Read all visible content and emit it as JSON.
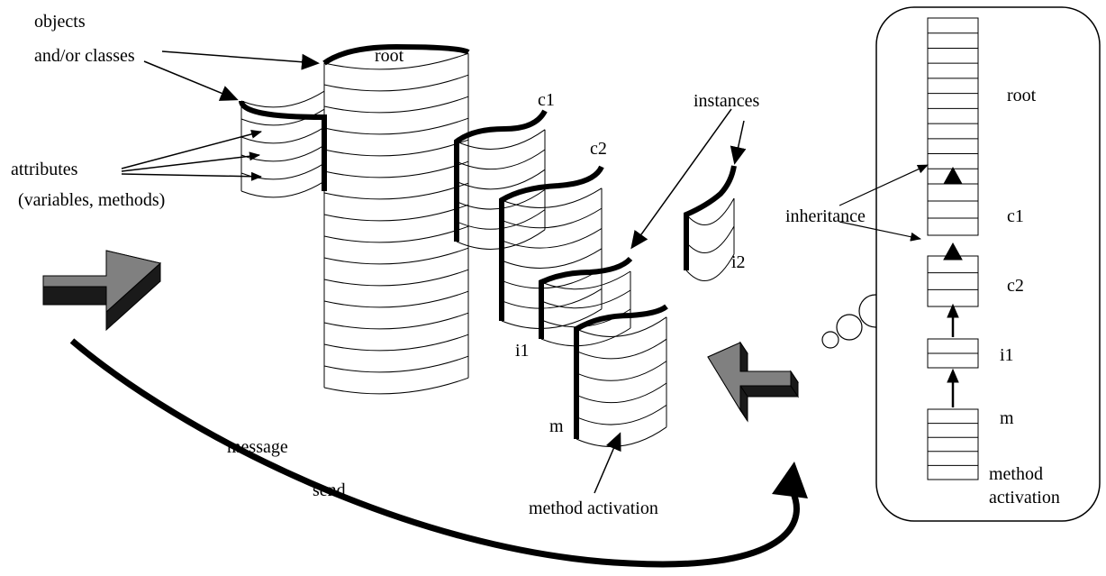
{
  "labels": {
    "objects": "objects",
    "and_or_classes": "and/or classes",
    "attributes": "attributes",
    "variables_methods": "(variables, methods)",
    "root": "root",
    "c1": "c1",
    "c2": "c2",
    "instances": "instances",
    "i1": "i1",
    "i2": "i2",
    "m": "m",
    "method_activation": "method activation",
    "message": "message",
    "send": "send"
  },
  "panel": {
    "root": "root",
    "inheritance": "inheritance",
    "c1": "c1",
    "c2": "c2",
    "i1": "i1",
    "m": "m",
    "method": "method",
    "activation": "activation"
  },
  "colors": {
    "ink": "#000000",
    "arrow_top": "#808080",
    "arrow_side": "#1a1a1a",
    "background": "#ffffff"
  }
}
